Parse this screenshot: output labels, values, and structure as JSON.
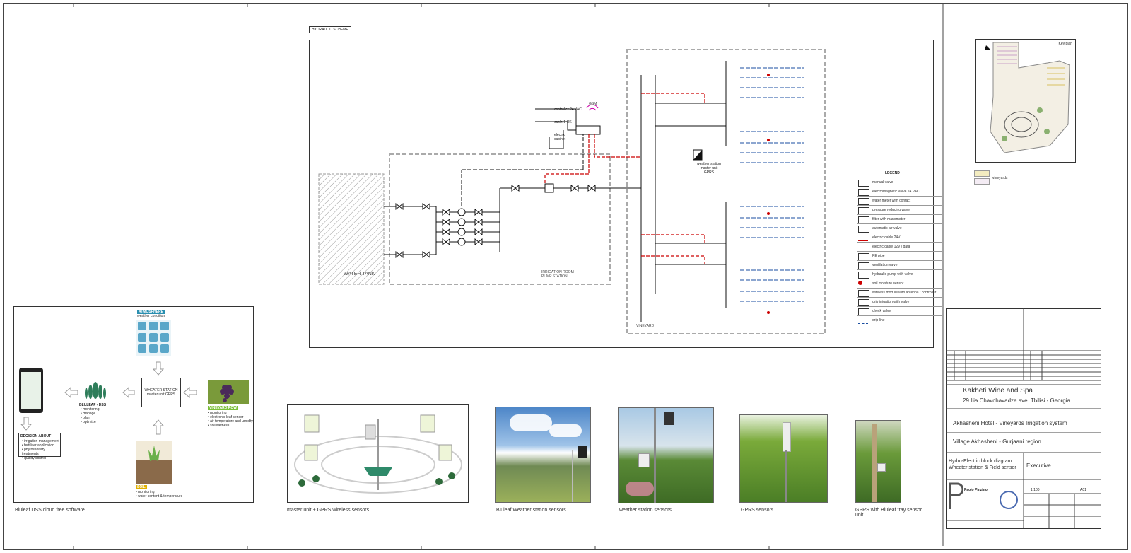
{
  "sheet": {
    "schema_tag": "HYDRAULIC SCHEME",
    "water_tank_label": "WATER TANK",
    "irrigation_room_label": "IRRIGATION ROOM\nPUMP STATION",
    "vineyard_label": "VINEYARD",
    "gsm_label": "GSM",
    "controller_labels": [
      "controller 24 VAC",
      "cable 1 OK",
      "electric cabinet"
    ],
    "weather_station_label": "weather station\nmaster unit\nGPRS"
  },
  "legend": {
    "title": "LEGEND",
    "items": [
      {
        "text": "manual valve",
        "icon": "manual-valve-icon"
      },
      {
        "text": "electromagnetic valve 24 VAC",
        "icon": "solenoid-valve-icon"
      },
      {
        "text": "water meter with contact",
        "icon": "water-meter-icon"
      },
      {
        "text": "pressure reducing valve",
        "icon": "pressure-valve-icon"
      },
      {
        "text": "filter with manometer",
        "icon": "filter-icon"
      },
      {
        "text": "automatic air valve",
        "icon": "air-valve-icon"
      },
      {
        "text": "electric cable 24V",
        "icon": "red-line-icon"
      },
      {
        "text": "electric cable 12V / data",
        "icon": "black-line-icon"
      },
      {
        "text": "PE pipe",
        "icon": "pipe-icon"
      },
      {
        "text": "ventilation valve",
        "icon": "vent-icon"
      },
      {
        "text": "hydraulic pump with valve",
        "icon": "pump-icon"
      },
      {
        "text": "soil moisture sensor",
        "icon": "sensor-icon"
      },
      {
        "text": "wireless module with antenna / controller",
        "icon": "antenna-icon"
      },
      {
        "text": "drip irrigation with valve",
        "icon": "drip-icon"
      },
      {
        "text": "check valve",
        "icon": "check-valve-icon"
      },
      {
        "text": "drip line",
        "icon": "dripline-icon"
      }
    ]
  },
  "infographic": {
    "center": "WHEATER STATION\nmaster unit GPRS",
    "atmosphere_title": "ATMOSPHERE",
    "atmosphere_sub": "weather condition",
    "dss_title": "BLULEAF - DSS",
    "dss_items": [
      "monitoring",
      "manage",
      "plan",
      "optimize"
    ],
    "vineyard_title": "VINEYARD ROW",
    "vineyard_items": [
      "monitoring",
      "electronic leaf sensor",
      "air temperature and umidity",
      "soil wetness"
    ],
    "soil_title": "SOIL",
    "soil_items": [
      "monitoring",
      "water content & temperature"
    ],
    "decision_title": "DECISION ABOUT",
    "decision_items": [
      "irrigation management",
      "fertilizer application",
      "phytosanitary treatments",
      "quality control"
    ]
  },
  "captions": [
    "Bluleaf DSS cloud free software",
    "master unit + GPRS wireless sensors",
    "Bluleaf Weather station sensors",
    "weather station sensors",
    "GPRS sensors",
    "GPRS with Bluleaf tray sensor unit"
  ],
  "location_map": {
    "title": "Key plan",
    "legend": [
      "vineyards"
    ]
  },
  "title_block": {
    "project": "Kakheti Wine and Spa",
    "address": "29 Ilia Chavchavadze ave. Tbilisi - Georgia",
    "subtitle1": "Akhasheni Hotel - Vineyards Irrigation system",
    "subtitle2": "Village Akhasheni - Gurjaani region",
    "drawing_title": "Hydro-Electric block diagram\nWheater station & Field sensor",
    "phase": "Executive",
    "logo_text": "Paolo Pinzino",
    "scale": "1:100",
    "sheet_no": "A01"
  }
}
